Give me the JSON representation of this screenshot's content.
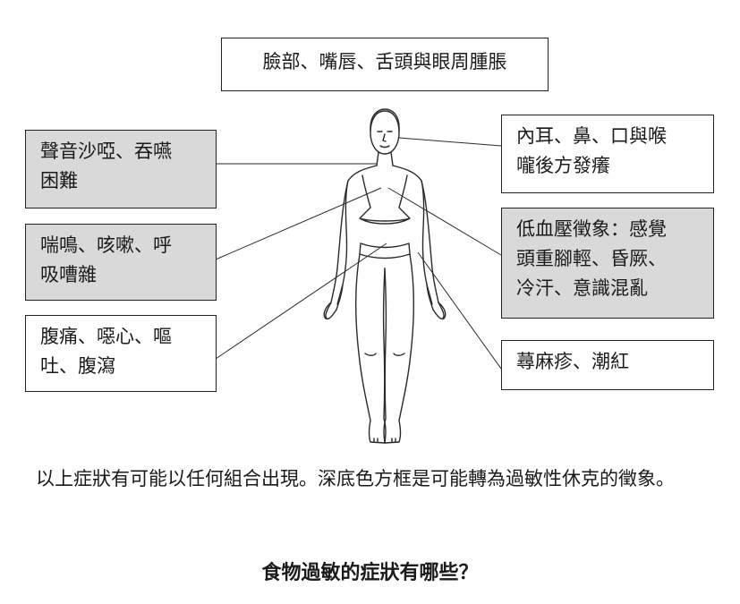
{
  "boxes": {
    "face": "臉部、嘴唇、舌頭與眼周腫脹",
    "voice": "聲音沙啞、吞嚥\n困難",
    "wheeze": "喘鳴、咳嗽、呼\n吸嘈雜",
    "gut": "腹痛、噁心、嘔\n吐、腹瀉",
    "ear": "內耳、鼻、口與喉\n嚨後方發癢",
    "bp": "低血壓徵象：感覺\n頭重腳輕、昏厥、\n冷汗、意識混亂",
    "skin": "蕁麻疹、潮紅"
  },
  "note": "以上症狀有可能以任何組合出現。深底色方框是可能轉為過敏性休克的徵象。",
  "title": "食物過敏的症狀有哪些？",
  "colors": {
    "severe_box_fill": "#d9d9d9",
    "normal_box_fill": "#ffffff",
    "outline": "#222222"
  }
}
